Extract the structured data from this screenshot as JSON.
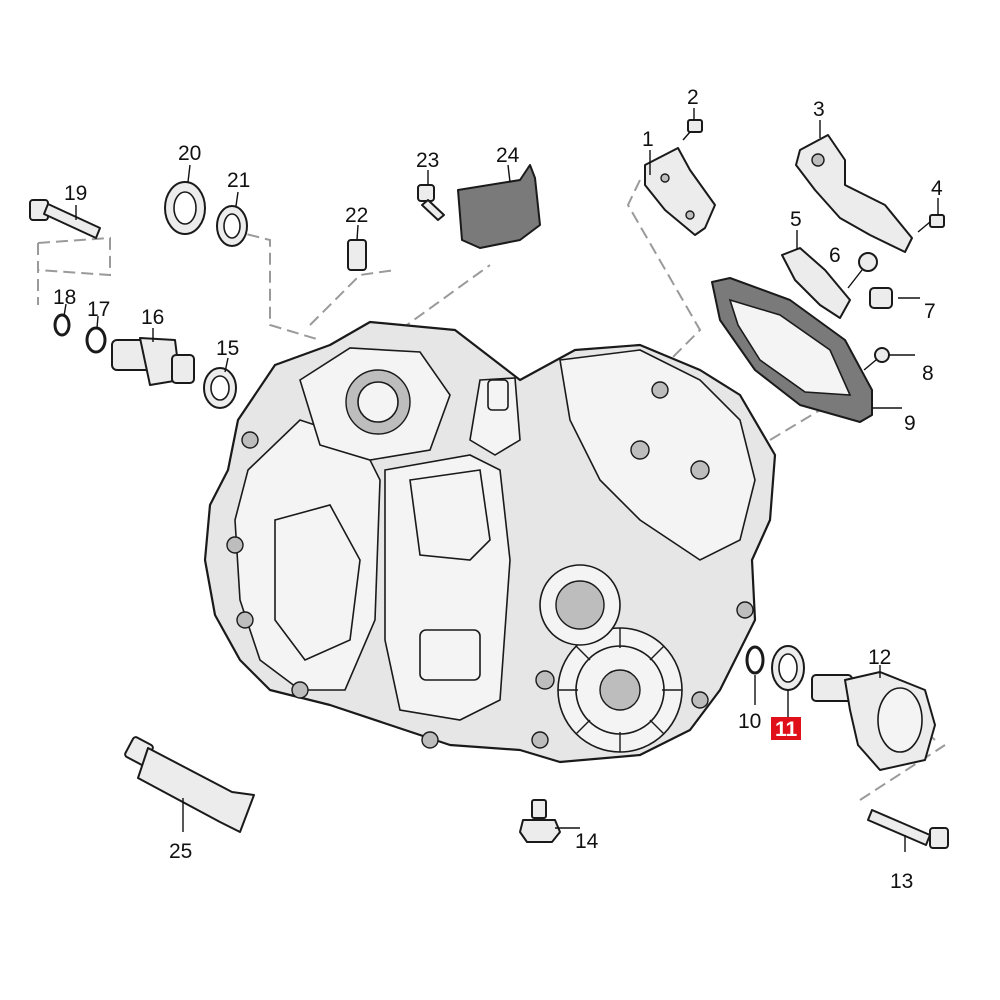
{
  "diagram": {
    "highlight_color": "#e0101a",
    "highlighted_label": "11",
    "labels": {
      "l1": "1",
      "l2": "2",
      "l3": "3",
      "l4": "4",
      "l5": "5",
      "l6": "6",
      "l7": "7",
      "l8": "8",
      "l9": "9",
      "l10": "10",
      "l11": "11",
      "l12": "12",
      "l13": "13",
      "l14": "14",
      "l15": "15",
      "l16": "16",
      "l17": "17",
      "l18": "18",
      "l19": "19",
      "l20": "20",
      "l21": "21",
      "l22": "22",
      "l23": "23",
      "l24": "24",
      "l25": "25"
    }
  }
}
